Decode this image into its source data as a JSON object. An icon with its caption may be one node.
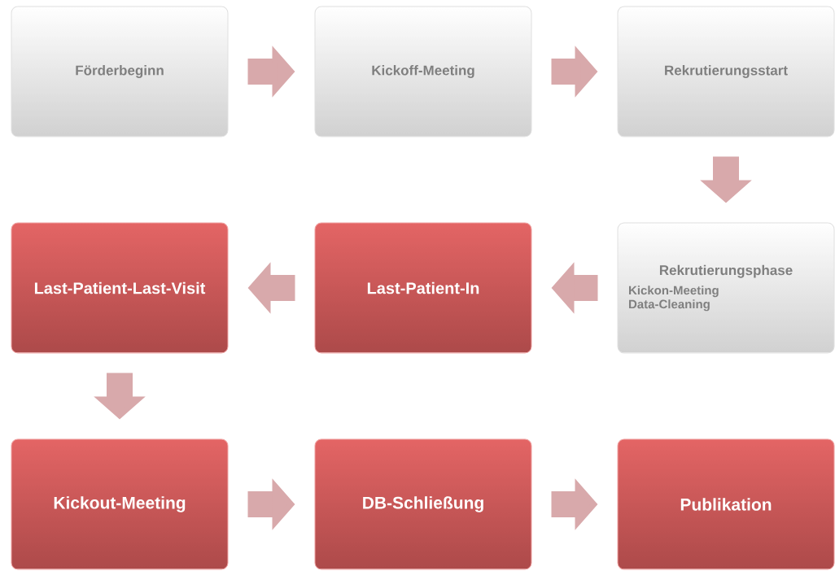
{
  "diagram": {
    "nodes": [
      {
        "text": [
          "Förderbeginn"
        ]
      },
      {
        "text": [
          "Kickoff-Meeting"
        ]
      },
      {
        "text": [
          "Rekrutierungsstart"
        ]
      },
      {
        "text": [
          "Last-Patient-Last-Visit"
        ]
      },
      {
        "text": [
          "Last-Patient-In"
        ]
      },
      {
        "text": [
          "Rekrutierungsphase",
          "Kickon-Meeting",
          "Data-Cleaning"
        ]
      },
      {
        "text": [
          "Kickout-Meeting"
        ]
      },
      {
        "text": [
          "DB-Schließung"
        ]
      },
      {
        "text": [
          "Publikation"
        ]
      }
    ],
    "edges": [
      {
        "from": 0,
        "to": 1,
        "arrow": "to"
      },
      {
        "from": 1,
        "to": 2,
        "arrow": "to"
      },
      {
        "from": 2,
        "to": 5,
        "arrow": "to"
      },
      {
        "from": 5,
        "to": 4,
        "arrow": "to"
      },
      {
        "from": 4,
        "to": 3,
        "arrow": "to"
      },
      {
        "from": 3,
        "to": 6,
        "arrow": "to"
      },
      {
        "from": 6,
        "to": 7,
        "arrow": "to"
      },
      {
        "from": 7,
        "to": 8,
        "arrow": "to"
      }
    ]
  }
}
